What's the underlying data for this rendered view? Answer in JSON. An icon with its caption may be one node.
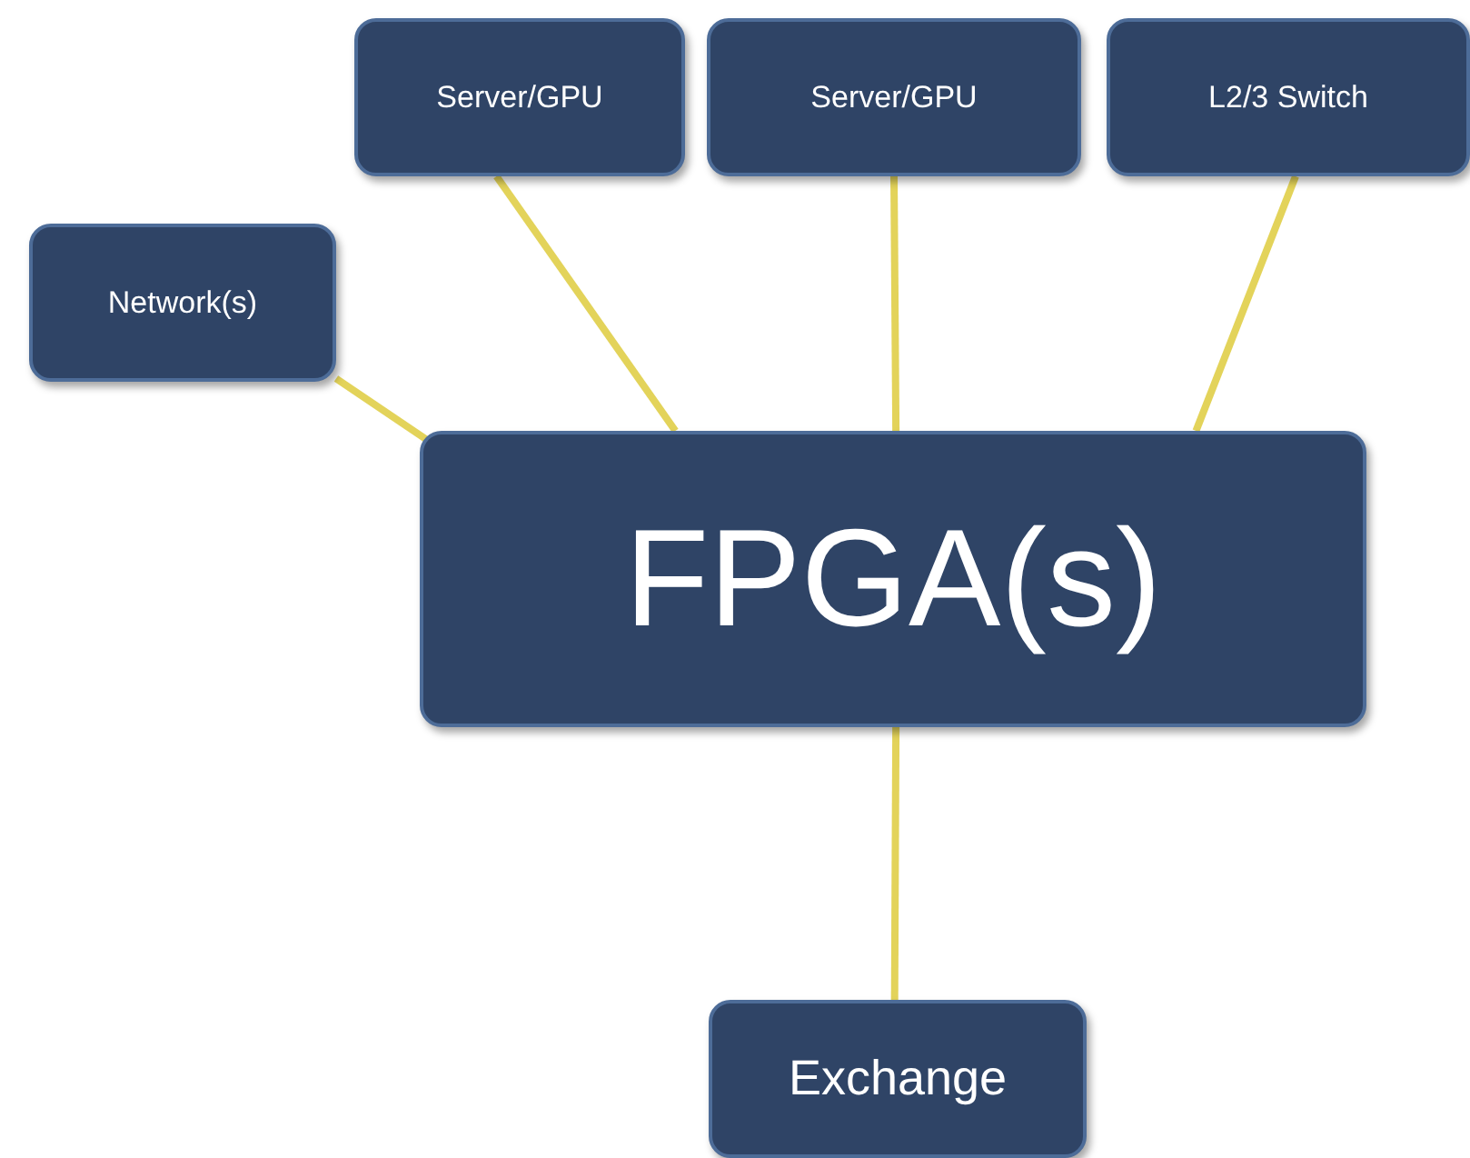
{
  "diagram": {
    "nodes": [
      {
        "text": [
          "Server/GPU"
        ]
      },
      {
        "text": [
          "Server/GPU"
        ]
      },
      {
        "text": [
          "L2/3 Switch"
        ]
      },
      {
        "text": [
          "Network(s)"
        ]
      },
      {
        "text": [
          "FPGA(s)"
        ]
      },
      {
        "text": [
          "Exchange"
        ]
      }
    ],
    "edges": [
      {
        "from": 0,
        "to": 4,
        "arrow": "none"
      },
      {
        "from": 1,
        "to": 4,
        "arrow": "none"
      },
      {
        "from": 2,
        "to": 4,
        "arrow": "none"
      },
      {
        "from": 3,
        "to": 4,
        "arrow": "none"
      },
      {
        "from": 4,
        "to": 5,
        "arrow": "none"
      }
    ]
  }
}
